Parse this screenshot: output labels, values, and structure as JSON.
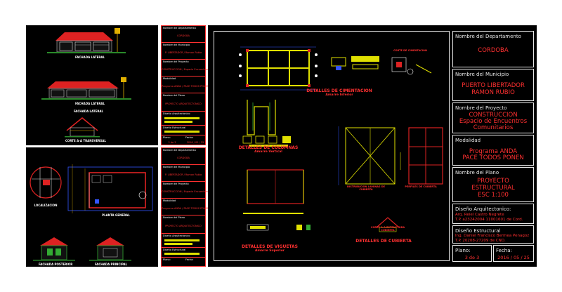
{
  "title_block": {
    "departamento": {
      "label": "Nombre del Departamento",
      "value": "CORDOBA"
    },
    "municipio": {
      "label": "Nombre del Municipio",
      "lines": [
        "PUERTO LIBERTADOR",
        "RAMON RUBIO"
      ]
    },
    "proyecto": {
      "label": "Nombre del Proyecto",
      "lines": [
        "CONSTRUCCION",
        "Espacio de Encuentros",
        "Comunitarios"
      ]
    },
    "modalidad": {
      "label": "Modalidad",
      "lines": [
        "Programa ANDA",
        "PACE TODOS PONEN"
      ]
    },
    "plano": {
      "label": "Nombre del Plano",
      "lines": [
        "PROYECTO",
        "ESTRUCTURAL",
        "ESC 1:100"
      ]
    },
    "diseno_arq": {
      "label": "Diseño Arquitectonico:",
      "lines": [
        "Arq. Reiel Castro Negrete",
        "T.P. a23242004 11001601 de Cord."
      ]
    },
    "diseno_est": {
      "label": "Diseño Estructural",
      "lines": [
        "Ing. Daniel Francisco Bermea Penagoz",
        "T.P. 20208-27209 de CND."
      ]
    },
    "plano_num": {
      "label": "Plano:",
      "value": "3 de 3"
    },
    "fecha": {
      "label": "Fecha:",
      "value": "2016 / 05 / 25"
    }
  },
  "mini_block": {
    "rows": [
      {
        "head": "Nombre del Departamento",
        "value": "CORDOBA"
      },
      {
        "head": "Nombre del Municipio",
        "value": "P. LIBERTADOR / Ramon Rubio"
      },
      {
        "head": "Nombre del Proyecto",
        "value": "CONSTRUCCION / Espacio Encuentros"
      },
      {
        "head": "Modalidad",
        "value": "Programa ANDA / PACE TODOS PONEN"
      },
      {
        "head": "Nombre del Plano",
        "value": "PROYECTO ARQUITECTONICO"
      },
      {
        "head": "Diseño Arquitectonico",
        "value": ""
      },
      {
        "head": "Diseño Estructural",
        "value": ""
      }
    ],
    "plano_head": "Plano:",
    "plano_val": "2 de 3",
    "fecha_head": "Fecha:",
    "fecha_val": "2016 / 05 / 25"
  },
  "labels": {
    "fachada_lateral": "FACHADA LATERAL",
    "fachada_frontal": "FACHADA LATERAL",
    "fachada_lat2": "FACHADA LATERAL",
    "corte_aa": "CORTE A-A TRANSVERSAL",
    "localizacion": "LOCALIZACION",
    "planta_general": "PLANTA GENERAL",
    "fachada_posterior": "FACHADA POSTERIOR",
    "fachada_principal": "FACHADA PRINCIPAL",
    "det_cimentacion": "DETALLES DE CIMENTACION",
    "amarre_inferior": "Amarre Inferior",
    "det_columnas": "DETALLES DE COLUMNAS",
    "amarre_vertical": "Amarre Vertical",
    "det_viguetas": "DETALLES DE VIGUETAS",
    "amarre_superior": "Amarre Superior",
    "det_cubierta": "DETALLES DE CUBIERTA",
    "distribucion_laminas": "DISTRIBUCION LAMINAS DE CUBIERTA",
    "perfiles_cubierta": "PERFILES DE CUBIERTA",
    "corte_estructura": "CORTE A-A ESTRUCTURA CUBIERTA",
    "corte_cimentacion": "CORTE DE CIMENTACION"
  }
}
